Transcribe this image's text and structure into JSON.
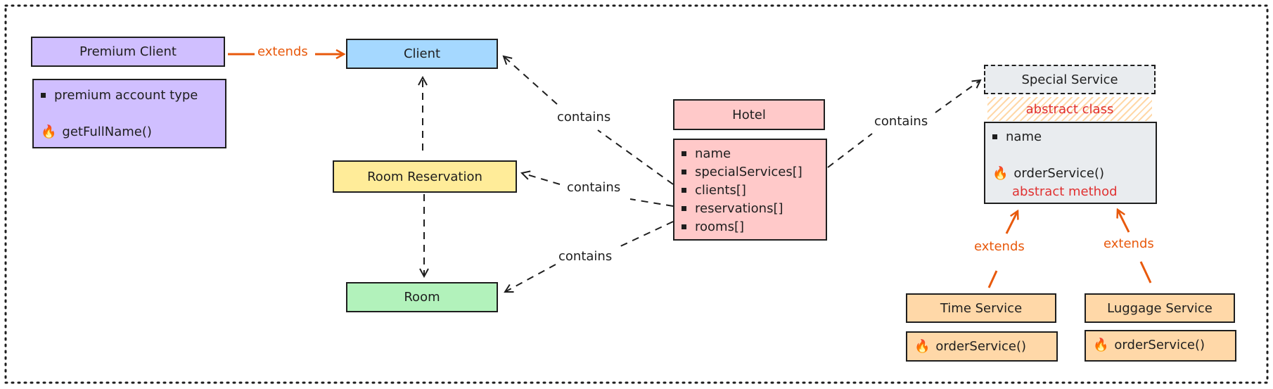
{
  "premium_client": {
    "title": "Premium Client",
    "attribute": "premium account type",
    "method": "getFullName()"
  },
  "client": {
    "title": "Client"
  },
  "room_reservation": {
    "title": "Room Reservation"
  },
  "room": {
    "title": "Room"
  },
  "hotel": {
    "title": "Hotel",
    "fields": [
      "name",
      "specialServices[]",
      "clients[]",
      "reservations[]",
      "rooms[]"
    ]
  },
  "special_service": {
    "title": "Special Service",
    "stereotype": "abstract class",
    "attribute": "name",
    "method": "orderService()",
    "method_note": "abstract method"
  },
  "time_service": {
    "title": "Time Service",
    "method": "orderService()"
  },
  "luggage_service": {
    "title": "Luggage Service",
    "method": "orderService()"
  },
  "edges": {
    "extends_premium": "extends",
    "contains_client": "contains",
    "contains_reservation": "contains",
    "contains_room": "contains",
    "contains_special": "contains",
    "extends_time": "extends",
    "extends_luggage": "extends"
  },
  "colors": {
    "premium": "#d0bfff",
    "client": "#a5d8ff",
    "reservation": "#ffec99",
    "room": "#b2f2bb",
    "hotel": "#ffc9c9",
    "special": "#e9ecef",
    "service": "#ffd8a8",
    "orange": "#e8590c",
    "red": "#e03131"
  }
}
